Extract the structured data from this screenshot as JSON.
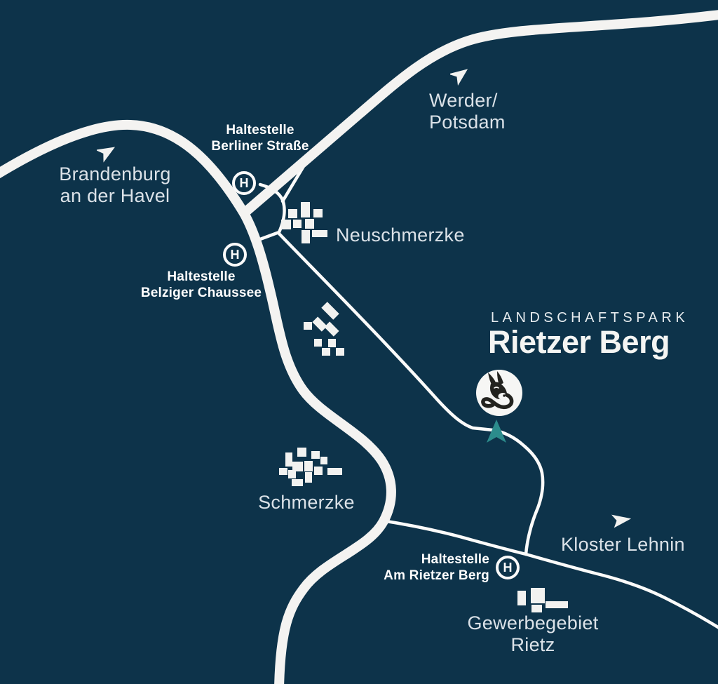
{
  "map": {
    "park": {
      "kicker": "LANDSCHAFTSPARK",
      "name": "Rietzer Berg"
    },
    "places": {
      "brandenburg": {
        "line1": "Brandenburg",
        "line2": "an der Havel"
      },
      "werder": {
        "line1": "Werder/",
        "line2": "Potsdam"
      },
      "neuschmerzke": {
        "label": "Neuschmerzke"
      },
      "schmerzke": {
        "label": "Schmerzke"
      },
      "kloster_lehnin": {
        "label": "Kloster Lehnin"
      },
      "gewerbegebiet": {
        "line1": "Gewerbegebiet",
        "line2": "Rietz"
      }
    },
    "stops": {
      "badge_letter": "H",
      "berliner_strasse": {
        "line1": "Haltestelle",
        "line2": "Berliner Straße"
      },
      "belziger_chaussee": {
        "line1": "Haltestelle",
        "line2": "Belziger Chaussee"
      },
      "am_rietzer_berg": {
        "line1": "Haltestelle",
        "line2": "Am Rietzer Berg"
      }
    },
    "icons": {
      "bus_stop": "H-in-circle bus stop badge",
      "direction_arrow": "cursor-style direction arrow",
      "park_marker": "teal location arrow",
      "logo": "donkey emblem in white circle"
    },
    "colors": {
      "background": "#0d334a",
      "road": "#f4f3f1",
      "thin_road": "#fbfbfa",
      "accent_teal": "#2c8c8c",
      "place_text": "#dbe2e8",
      "stop_text": "#ffffff",
      "logo_ink": "#23231f"
    }
  }
}
